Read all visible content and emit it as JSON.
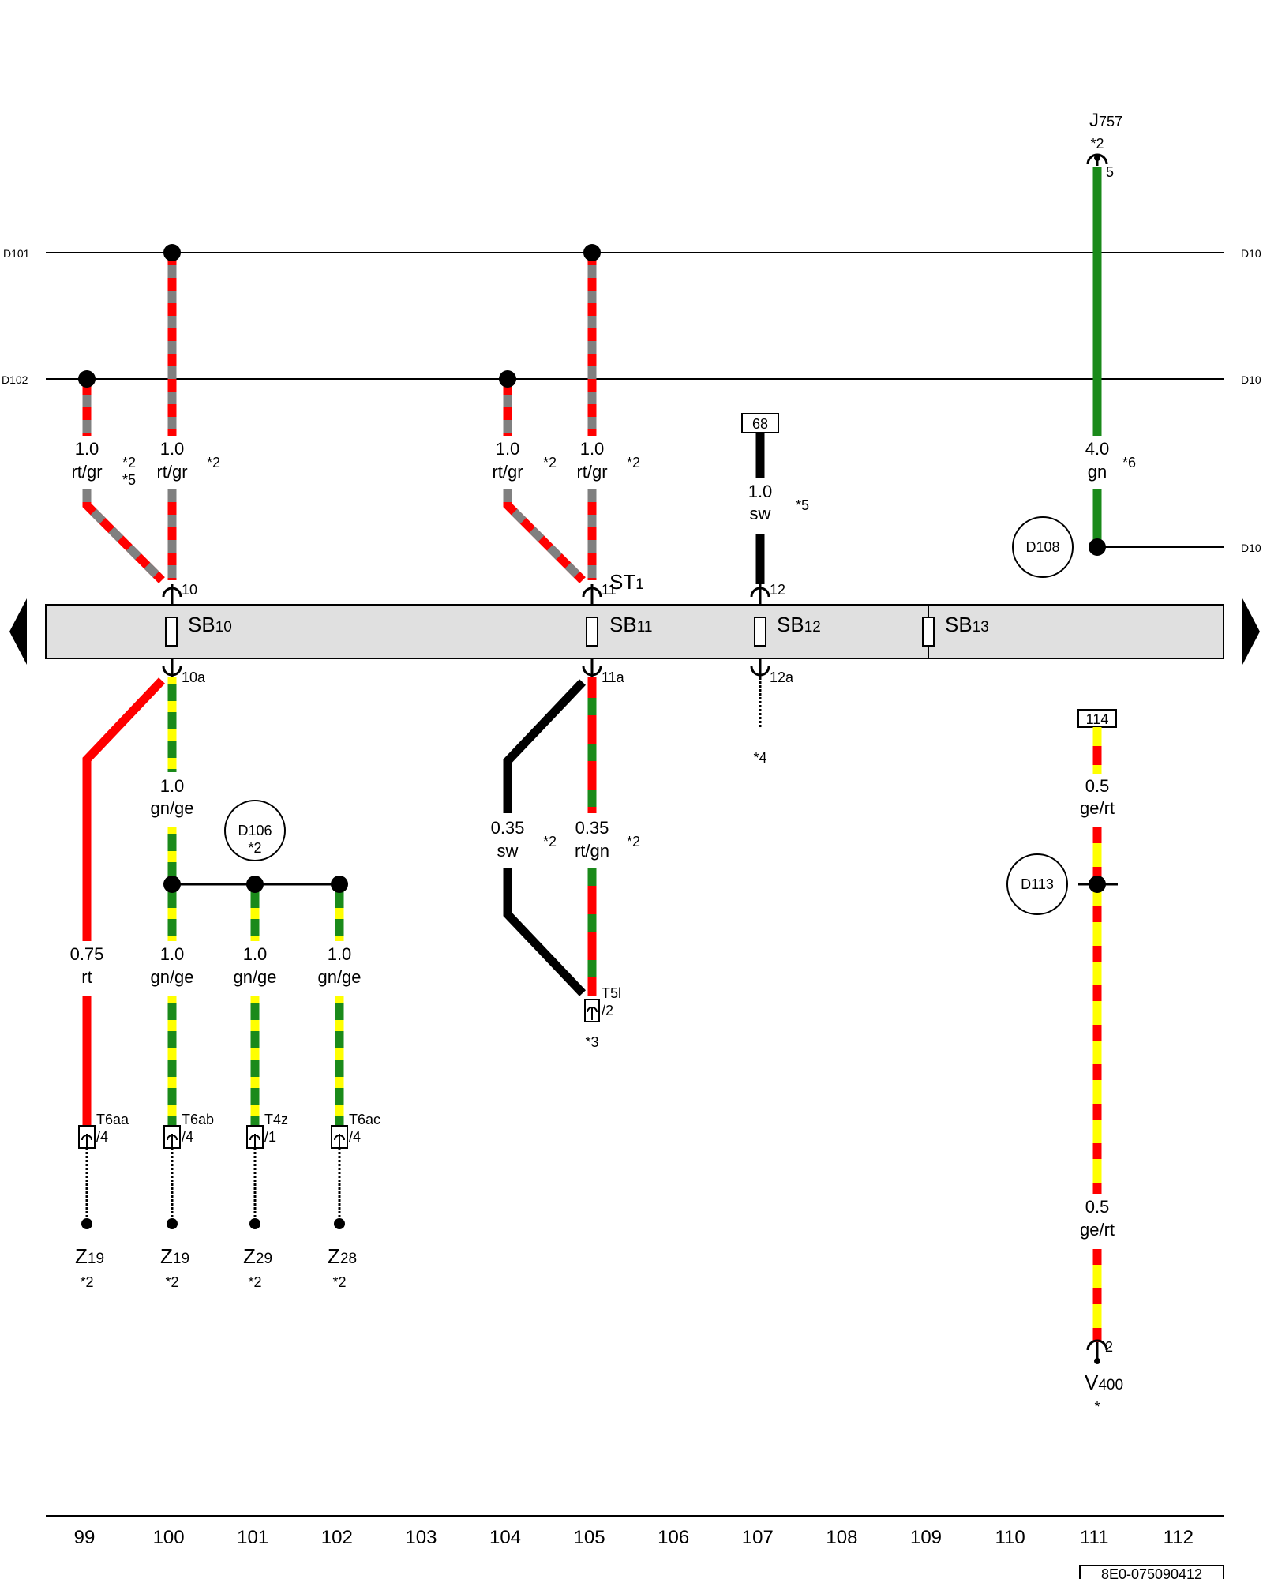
{
  "colors": {
    "rt": "#ff0000",
    "gr": "#808080",
    "gn": "#1a8a1a",
    "ge": "#ffff00",
    "sw": "#000000",
    "fusebox": "#e0e0e0"
  },
  "bus": {
    "d101_left": "D101",
    "d101_right": "D10",
    "d102_left": "D102",
    "d102_right": "D10",
    "d108_right": "D10"
  },
  "circles": {
    "d108": "D108",
    "d106": "D106",
    "d106_note": "*2",
    "d113": "D113"
  },
  "fuses": {
    "sb10": "SB",
    "sb10_sub": "10",
    "sb11": "SB",
    "sb11_sub": "11",
    "sb12": "SB",
    "sb12_sub": "12",
    "sb13": "SB",
    "sb13_sub": "13",
    "st": "ST",
    "st_sub": "1"
  },
  "pins": {
    "p10": "10",
    "p11": "11",
    "p12": "12",
    "p10a": "10a",
    "p11a": "11a",
    "p12a": "12a",
    "j757_pin": "5",
    "v400_pin": "2"
  },
  "terminals": {
    "t68": "68",
    "t114": "114"
  },
  "wires": {
    "w1_size": "1.0",
    "w1_color": "rt/gr",
    "w2_size": "1.0",
    "w2_color": "rt/gr",
    "w3_size": "1.0",
    "w3_color": "rt/gr",
    "w4_size": "1.0",
    "w4_color": "rt/gr",
    "w5_size": "1.0",
    "w5_color": "sw",
    "w6_size": "4.0",
    "w6_color": "gn",
    "w7_size": "1.0",
    "w7_color": "gn/ge",
    "w8_size": "0.35",
    "w8_color": "sw",
    "w9_size": "0.35",
    "w9_color": "rt/gn",
    "w10_size": "0.5",
    "w10_color": "ge/rt",
    "w11_size": "0.75",
    "w11_color": "rt",
    "w12_size": "1.0",
    "w12_color": "gn/ge",
    "w13_size": "1.0",
    "w13_color": "gn/ge",
    "w14_size": "1.0",
    "w14_color": "gn/ge",
    "w15_size": "0.5",
    "w15_color": "ge/rt"
  },
  "notes": {
    "n_w1a": "*2",
    "n_w1b": "*5",
    "n_w2": "*2",
    "n_w3": "*2",
    "n_w4": "*2",
    "n_w5": "*5",
    "n_w6": "*6",
    "n_12a": "*4",
    "n_w8": "*2",
    "n_w9": "*2",
    "n_t5l": "*3",
    "n_j757": "*2",
    "n_z19a": "*2",
    "n_z19b": "*2",
    "n_z29": "*2",
    "n_z28": "*2",
    "n_v400": "*"
  },
  "connectors": {
    "t6aa": "T6aa",
    "t6aa_pin": "/4",
    "t6ab": "T6ab",
    "t6ab_pin": "/4",
    "t4z": "T4z",
    "t4z_pin": "/1",
    "t6ac": "T6ac",
    "t6ac_pin": "/4",
    "t5l": "T5l",
    "t5l_pin": "/2"
  },
  "components": {
    "j757": "J",
    "j757_sub": "757",
    "z19a": "Z",
    "z19a_sub": "19",
    "z19b": "Z",
    "z19b_sub": "19",
    "z29": "Z",
    "z29_sub": "29",
    "z28": "Z",
    "z28_sub": "28",
    "v400": "V",
    "v400_sub": "400"
  },
  "grid_numbers": [
    "99",
    "100",
    "101",
    "102",
    "103",
    "104",
    "105",
    "106",
    "107",
    "108",
    "109",
    "110",
    "111",
    "112"
  ],
  "doc_code": "8E0-075090412"
}
